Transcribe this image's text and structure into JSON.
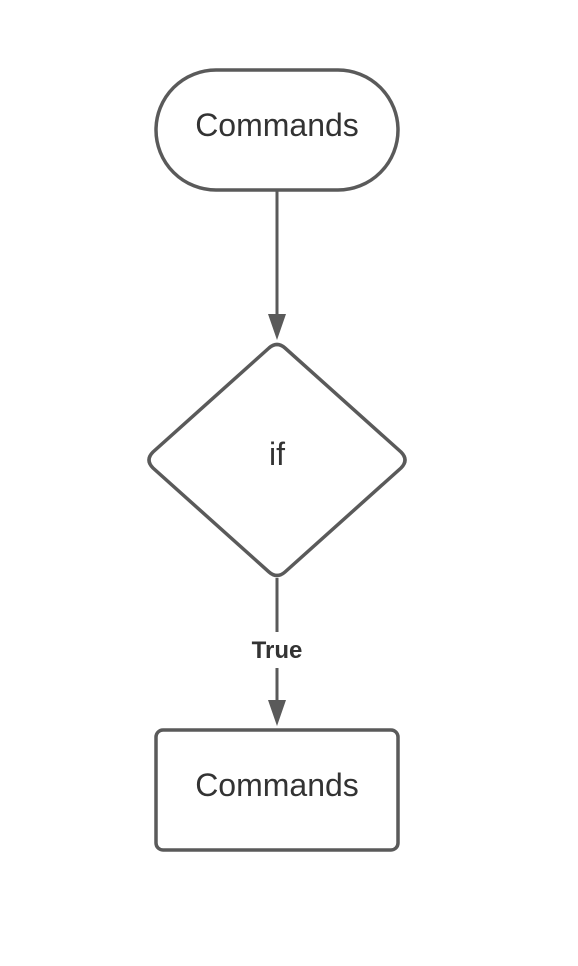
{
  "diagram": {
    "nodes": {
      "start": {
        "label": "Commands",
        "shape": "terminator"
      },
      "decision": {
        "label": "if",
        "shape": "diamond"
      },
      "process": {
        "label": "Commands",
        "shape": "rectangle"
      }
    },
    "edges": {
      "start_to_decision": {
        "label": ""
      },
      "decision_to_process": {
        "label": "True"
      }
    },
    "colors": {
      "stroke": "#5a5a5a",
      "text": "#333333",
      "background": "#ffffff"
    }
  }
}
